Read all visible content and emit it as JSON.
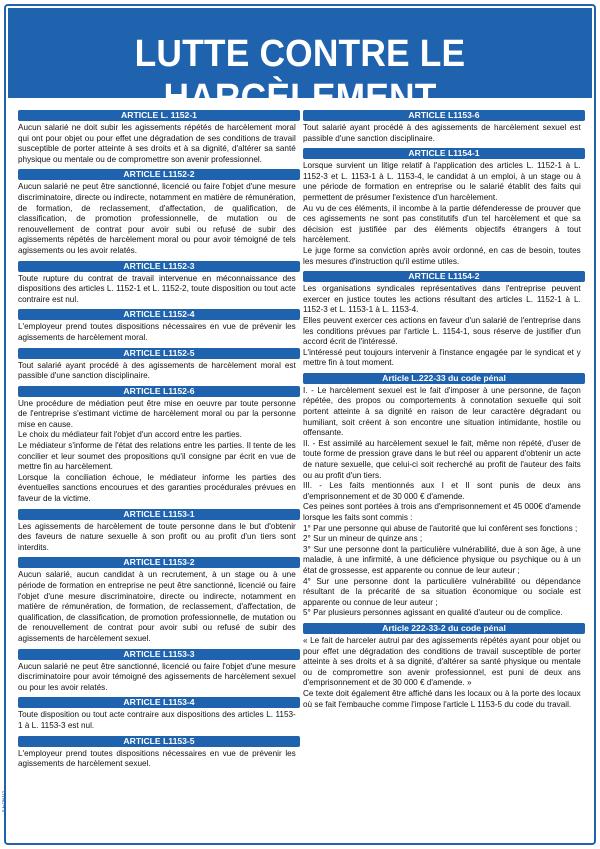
{
  "header": {
    "title": "LUTTE CONTRE LE HARCÈLEMENT",
    "subtitle": "ARTICLES L 1152-1 À L 1154-2 DU CODE DU TRAVAIL"
  },
  "left_articles": [
    {
      "heading": "ARTICLE L. 1152-1",
      "paragraphs": [
        "Aucun salarié ne doit subir les agissements répétés de harcèlement moral qui ont pour objet ou pour effet une dégradation de ses conditions de travail susceptible de porter atteinte à ses droits et à sa dignité, d'altérer sa santé physique ou mentale ou de compromettre son avenir professionnel."
      ]
    },
    {
      "heading": "ARTICLE L1152-2",
      "paragraphs": [
        "Aucun salarié ne peut être sanctionné, licencié ou faire l'objet d'une mesure discriminatoire, directe ou indirecte, notamment en matière de rémunération, de formation, de reclassement, d'affectation, de qualification, de classification, de promotion professionnelle, de mutation ou de renouvellement de contrat pour avoir subi ou refusé de subir des agissements répétés de harcèlement moral ou pour avoir témoigné de tels agissements ou les avoir relatés."
      ]
    },
    {
      "heading": "ARTICLE L1152-3",
      "paragraphs": [
        "Toute rupture du contrat de travail intervenue en méconnaissance des dispositions des articles L. 1152-1 et L. 1152-2, toute disposition ou tout acte contraire est nul."
      ]
    },
    {
      "heading": "ARTICLE L1152-4",
      "paragraphs": [
        "L'employeur prend toutes dispositions nécessaires en vue de prévenir les agissements de harcèlement moral."
      ]
    },
    {
      "heading": "ARTICLE L1152-5",
      "paragraphs": [
        "Tout salarié ayant procédé à des agissements de harcèlement moral est passible d'une sanction disciplinaire."
      ]
    },
    {
      "heading": "ARTICLE L1152-6",
      "paragraphs": [
        "Une procédure de médiation peut être mise en oeuvre par toute personne de l'entreprise s'estimant victime de harcèlement moral ou par la personne mise en cause.",
        "Le choix du médiateur fait l'objet d'un accord entre les parties.",
        "Le médiateur s'informe de l'état des relations entre les parties. Il tente de les concilier et leur soumet des propositions qu'il consigne par écrit en vue de mettre fin au harcèlement.",
        "Lorsque la conciliation échoue, le médiateur informe les parties des éventuelles sanctions encourues et des garanties procédurales prévues en faveur de la victime."
      ]
    },
    {
      "heading": "ARTICLE L1153-1",
      "paragraphs": [
        "Les agissements de harcèlement de toute personne dans le but d'obtenir des faveurs de nature sexuelle à son profit ou au profit d'un tiers sont interdits."
      ]
    },
    {
      "heading": "ARTICLE L1153-2",
      "paragraphs": [
        "Aucun salarié, aucun candidat à un recrutement, à un stage ou à une période de formation en entreprise ne peut être sanctionné, licencié ou faire l'objet d'une mesure discriminatoire, directe ou indirecte, notamment en matière de rémunération, de formation, de reclassement, d'affectation, de qualification, de classification, de promotion professionnelle, de mutation ou de renouvellement de contrat pour avoir subi ou refusé de subir des agissements de harcèlement sexuel."
      ]
    },
    {
      "heading": "ARTICLE L1153-3",
      "paragraphs": [
        "Aucun salarié ne peut être sanctionné, licencié ou faire l'objet d'une mesure discriminatoire pour avoir témoigné des agissements de harcèlement sexuel ou pour les avoir relatés."
      ]
    },
    {
      "heading": "ARTICLE L1153-4",
      "paragraphs": [
        "Toute disposition ou tout acte contraire aux dispositions des articles L. 1153-1 à L. 1153-3 est nul."
      ]
    },
    {
      "heading": "ARTICLE L1153-5",
      "paragraphs": [
        "L'employeur prend toutes dispositions nécessaires en vue de prévenir les agissements de harcèlement sexuel."
      ]
    }
  ],
  "right_articles": [
    {
      "heading": "ARTICLE L1153-6",
      "paragraphs": [
        "Tout salarié ayant procédé à des agissements de harcèlement sexuel est passible d'une sanction disciplinaire."
      ]
    },
    {
      "heading": "ARTICLE L1154-1",
      "paragraphs": [
        "Lorsque survient un litige relatif à l'application des articles L. 1152-1 à L. 1152-3 et L. 1153-1 à L. 1153-4, le candidat à un emploi, à un stage ou à une période de formation en entreprise ou le salarié établit des faits qui permettent de présumer l'existence d'un harcèlement.",
        "Au vu de ces éléments, il incombe à la partie défenderesse de prouver que ces agissements ne sont pas constitutifs d'un tel harcèlement et que sa décision est justifiée par des éléments objectifs étrangers à tout harcèlement.",
        "Le juge forme sa conviction après avoir ordonné, en cas de besoin, toutes les mesures d'instruction qu'il estime utiles."
      ]
    },
    {
      "heading": "ARTICLE L1154-2",
      "paragraphs": [
        "Les organisations syndicales représentatives dans l'entreprise peuvent exercer en justice toutes les actions résultant des articles L. 1152-1 à L. 1152-3 et L. 1153-1 à L. 1153-4.",
        "Elles peuvent exercer ces actions en faveur d'un salarié de l'entreprise dans les conditions prévues par l'article L. 1154-1, sous réserve de justifier d'un accord écrit de l'intéressé.",
        "L'intéressé peut toujours intervenir à l'instance engagée par le syndicat et y mettre fin à tout moment."
      ]
    },
    {
      "heading": "Article L.222-33 du code pénal",
      "paragraphs": [
        "I. - Le harcèlement sexuel est le fait d'imposer à une personne, de façon répétée, des propos ou comportements à connotation sexuelle qui soit portent atteinte à sa dignité en raison de leur caractère dégradant ou humiliant, soit créent à son encontre une situation intimidante, hostile ou offensante.",
        "II. - Est assimilé au harcèlement sexuel le fait, même non répété, d'user de toute forme de pression grave dans le but réel ou apparent d'obtenir un acte de nature sexuelle, que celui-ci soit recherché au profit de l'auteur des faits ou au profit d'un tiers.",
        "III. - Les faits mentionnés aux I et II sont punis de deux ans d'emprisonnement et de 30 000 € d'amende.",
        "Ces peines sont portées à trois ans d'emprisonnement et 45 000€ d'amende lorsque les faits sont commis :",
        "1° Par une personne qui abuse de l'autorité que lui confèrent ses fonctions ;",
        "2° Sur un mineur de quinze ans ;",
        "3° Sur une personne dont la particulière vulnérabilité, due à son âge, à une maladie, à une infirmité, à une déficience physique ou psychique ou à un état de grossesse, est apparente ou connue de leur auteur ;",
        "4° Sur une personne dont la particulière vulnérabilité ou dépendance résultant de la précarité de sa situation économique ou sociale est apparente ou connue de leur auteur ;",
        "5° Par plusieurs personnes agissant en qualité d'auteur ou de complice."
      ]
    },
    {
      "heading": "Article 222-33-2 du code pénal",
      "paragraphs": [
        "« Le fait de harceler autrui par des agissements répétés ayant pour objet ou pour effet une dégradation des conditions de travail susceptible de porter atteinte à ses droits et à sa dignité, d'altérer sa santé physique ou mentale ou de compromettre son avenir professionnel, est puni de deux ans d'emprisonnement et de 30 000 € d'amende. »",
        "Ce texte doit également être affiché dans les locaux ou à la porte des locaux où se fait l'embauche comme l'impose l'article L 1153-5 du code du travail."
      ]
    }
  ],
  "side_code": "AF0691",
  "colors": {
    "accent": "#1f62ad"
  }
}
